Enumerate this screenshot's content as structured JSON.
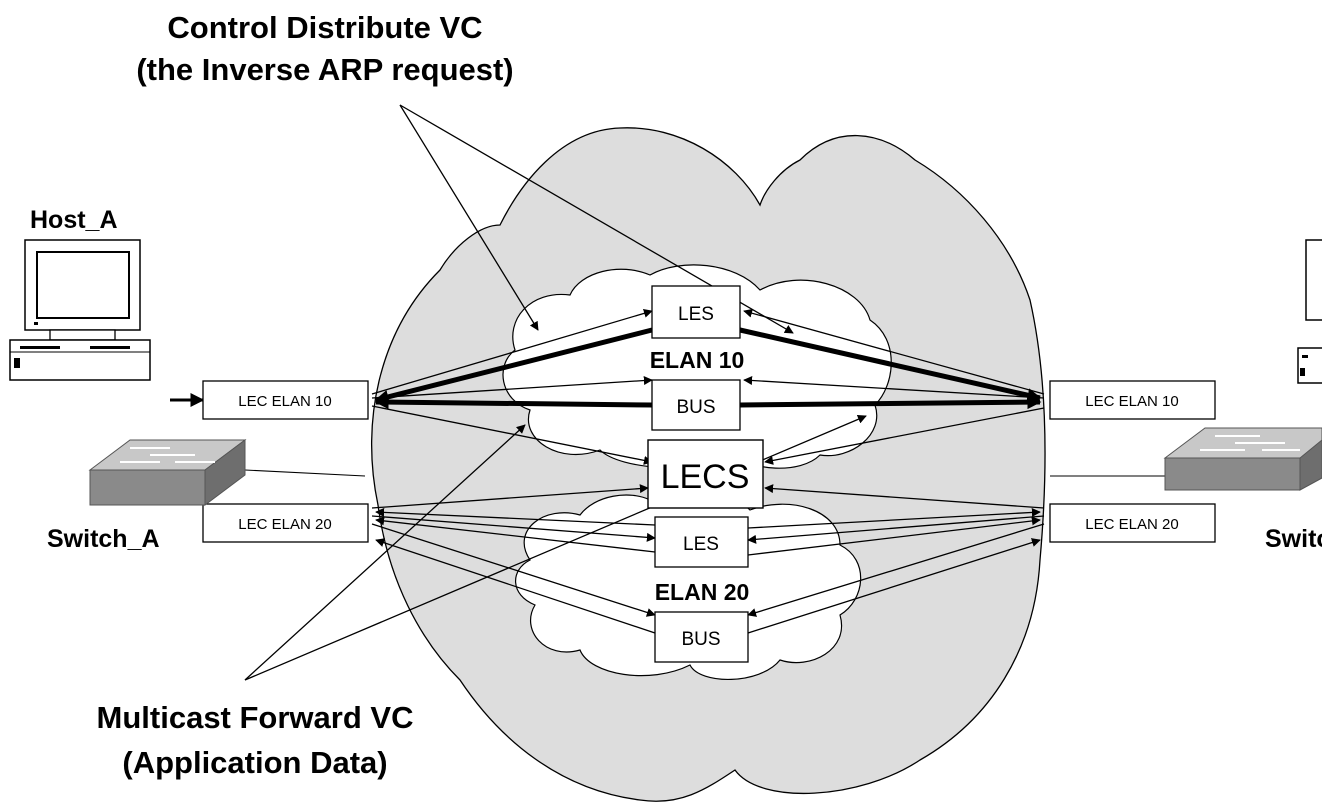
{
  "annotations": {
    "control_line1": "Control Distribute VC",
    "control_line2": "(the Inverse ARP request)",
    "multicast_line1": "Multicast Forward VC",
    "multicast_line2": "(Application Data)"
  },
  "devices": {
    "host_label": "Host_A",
    "switch_left_label": "Switch_A",
    "switch_right_label": "Switc"
  },
  "lec": {
    "left_elan10": "LEC ELAN 10",
    "left_elan20": "LEC ELAN 20",
    "right_elan10": "LEC ELAN 10",
    "right_elan20": "LEC ELAN 20"
  },
  "elan10": {
    "les": "LES",
    "name": "ELAN 10",
    "bus": "BUS"
  },
  "lecs": "LECS",
  "elan20": {
    "les": "LES",
    "name": "ELAN 20",
    "bus": "BUS"
  },
  "colors": {
    "cloud_fill": "#dddddd",
    "outline": "#000000",
    "switch_top": "#c8c8c8",
    "switch_side": "#8a8a8a"
  }
}
